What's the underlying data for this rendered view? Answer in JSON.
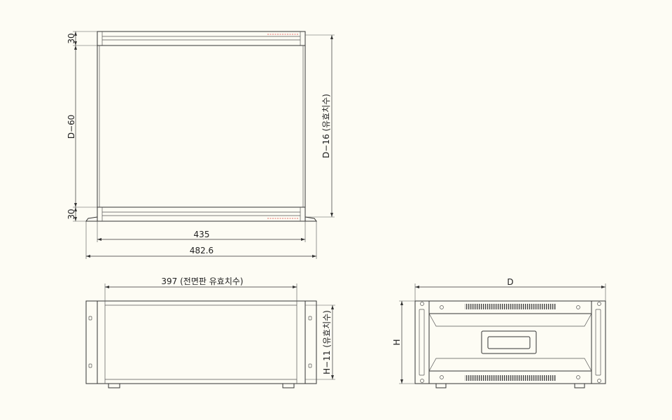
{
  "background_color": "#fdfcf4",
  "line_color": "#333333",
  "accent_color": "#e04040",
  "top_view": {
    "dim_top_margin": "30",
    "dim_depth": "D−60",
    "dim_bottom_margin": "30",
    "dim_effective_depth": "D−16 (유효치수)",
    "dim_inner_width": "435",
    "dim_overall_width": "482.6"
  },
  "front_view": {
    "dim_panel_width": "397 (전면판 유효치수)",
    "dim_effective_height": "H−11 (유효치수)"
  },
  "side_view": {
    "dim_depth": "D",
    "dim_height": "H"
  }
}
